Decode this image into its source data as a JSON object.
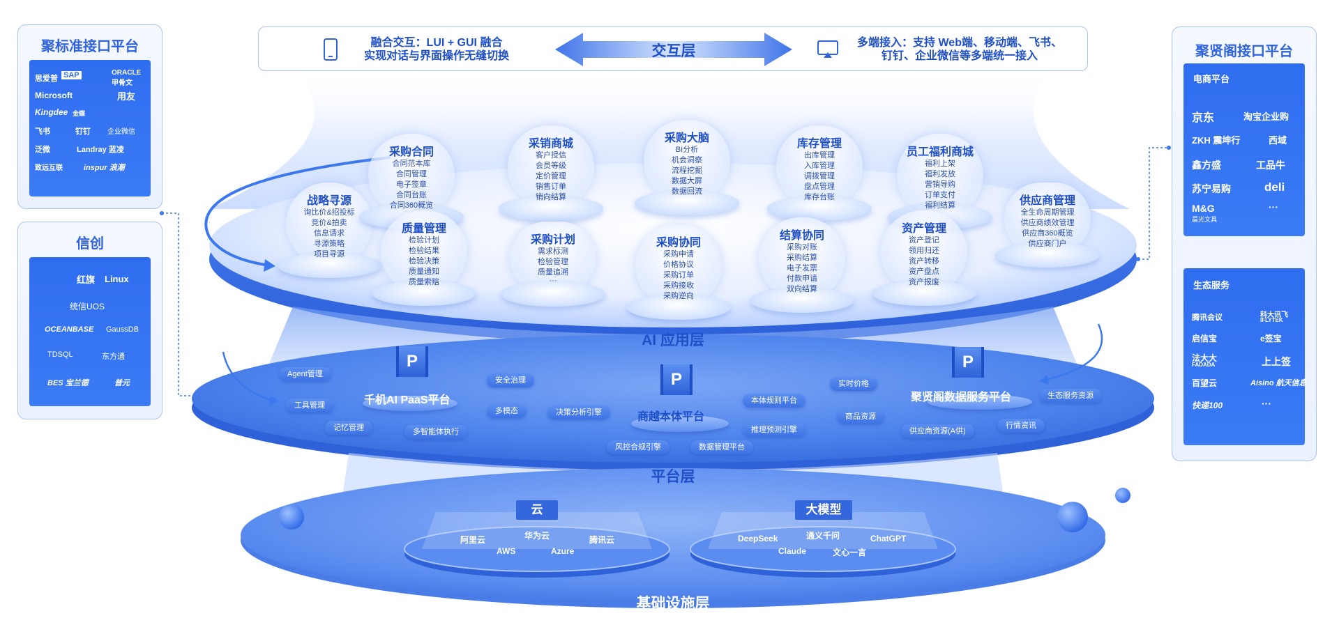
{
  "interaction_layer": {
    "label": "交互层",
    "left_text": [
      "融合交互：LUI + GUI 融合",
      "实现对话与界面操作无缝切换"
    ],
    "right_text": [
      "多端接入：支持 Web端、移动端、飞书、",
      "钉钉、企业微信等多端统一接入"
    ]
  },
  "left_panels": {
    "standard": {
      "title": "聚标准接口平台",
      "logos": [
        "思爱普",
        "SAP",
        "ORACLE",
        "甲骨文",
        "Microsoft",
        "用友",
        "Kingdee",
        "金蝶",
        "飞书",
        "钉钉",
        "企业微信",
        "泛微",
        "Landray 蓝凌",
        "致远互联",
        "inspur 浪潮"
      ]
    },
    "xinchuang": {
      "title": "信创",
      "logos": [
        "红旗",
        "Linux",
        "统信UOS",
        "OCEANBASE",
        "GaussDB",
        "TDSQL",
        "东方通",
        "BES 宝兰德",
        "普元"
      ]
    }
  },
  "right_panel": {
    "title": "聚贤阁接口平台",
    "ecommerce": {
      "heading": "电商平台",
      "logos": [
        "京东",
        "淘宝企业购",
        "ZKH 震坤行",
        "西域",
        "鑫方盛",
        "工品牛",
        "苏宁易购",
        "deli",
        "M&G",
        "晨光文具",
        "···"
      ]
    },
    "ecosystem": {
      "heading": "生态服务",
      "logos": [
        "腾讯会议",
        "科大讯飞",
        "IFLYTEK",
        "启信宝",
        "e签宝",
        "法大大",
        "FADADA",
        "上上签",
        "百望云",
        "Aisino 航天信息",
        "快递100",
        "···"
      ]
    }
  },
  "ai_layer": {
    "label": "AI 应用层",
    "modules": [
      {
        "title": "战略寻源",
        "items": [
          "询比价&招投标",
          "竞价&拍卖",
          "信息请求",
          "寻源策略",
          "项目寻源"
        ]
      },
      {
        "title": "采购合同",
        "items": [
          "合同范本库",
          "合同管理",
          "电子签章",
          "合同台账",
          "合同360概览"
        ]
      },
      {
        "title": "采销商城",
        "items": [
          "客户授信",
          "会员等级",
          "定价管理",
          "销售订单",
          "销向结算"
        ]
      },
      {
        "title": "采购大脑",
        "items": [
          "BI分析",
          "机会洞察",
          "流程挖掘",
          "数据大屏",
          "数据回流"
        ]
      },
      {
        "title": "库存管理",
        "items": [
          "出库管理",
          "入库管理",
          "调拨管理",
          "盘点管理",
          "库存台账"
        ]
      },
      {
        "title": "员工福利商城",
        "items": [
          "福利上架",
          "福利发放",
          "营销导购",
          "订单支付",
          "福利结算"
        ]
      },
      {
        "title": "供应商管理",
        "items": [
          "全生命周期管理",
          "供应商绩效管理",
          "供应商360概览",
          "供应商门户"
        ]
      },
      {
        "title": "质量管理",
        "items": [
          "检验计划",
          "检验结果",
          "检验决策",
          "质量通知",
          "质量索赔"
        ]
      },
      {
        "title": "采购计划",
        "items": [
          "需求标测",
          "检验管理",
          "质量追溯",
          "···"
        ]
      },
      {
        "title": "采购协同",
        "items": [
          "采购申请",
          "价格协议",
          "采购订单",
          "采购接收",
          "采购逆向"
        ]
      },
      {
        "title": "结算协同",
        "items": [
          "采购对账",
          "采购结算",
          "电子发票",
          "付款申请",
          "双向结算"
        ]
      },
      {
        "title": "资产管理",
        "items": [
          "资产登记",
          "领用归还",
          "资产转移",
          "资产盘点",
          "资产报废"
        ]
      }
    ]
  },
  "platform_layer": {
    "label": "平台层",
    "platforms": [
      "千机AI PaaS平台",
      "商越本体平台",
      "聚贤阁数据服务平台"
    ],
    "pills": [
      "Agent管理",
      "工具管理",
      "记忆管理",
      "多智能体执行",
      "安全治理",
      "多模态",
      "决策分析引擎",
      "风控合规引擎",
      "数据管理平台",
      "本体规则平台",
      "推理预测引擎",
      "实时价格",
      "商品资源",
      "供应商资源(A供)",
      "行情资讯",
      "生态服务资源"
    ],
    "icon_letter": "P"
  },
  "infra_layer": {
    "label": "基础设施层",
    "cloud": {
      "title": "云",
      "items": [
        "阿里云",
        "华为云",
        "腾讯云",
        "AWS",
        "Azure"
      ]
    },
    "llm": {
      "title": "大模型",
      "items": [
        "DeepSeek",
        "通义千问",
        "ChatGPT",
        "Claude",
        "文心一言"
      ]
    }
  }
}
